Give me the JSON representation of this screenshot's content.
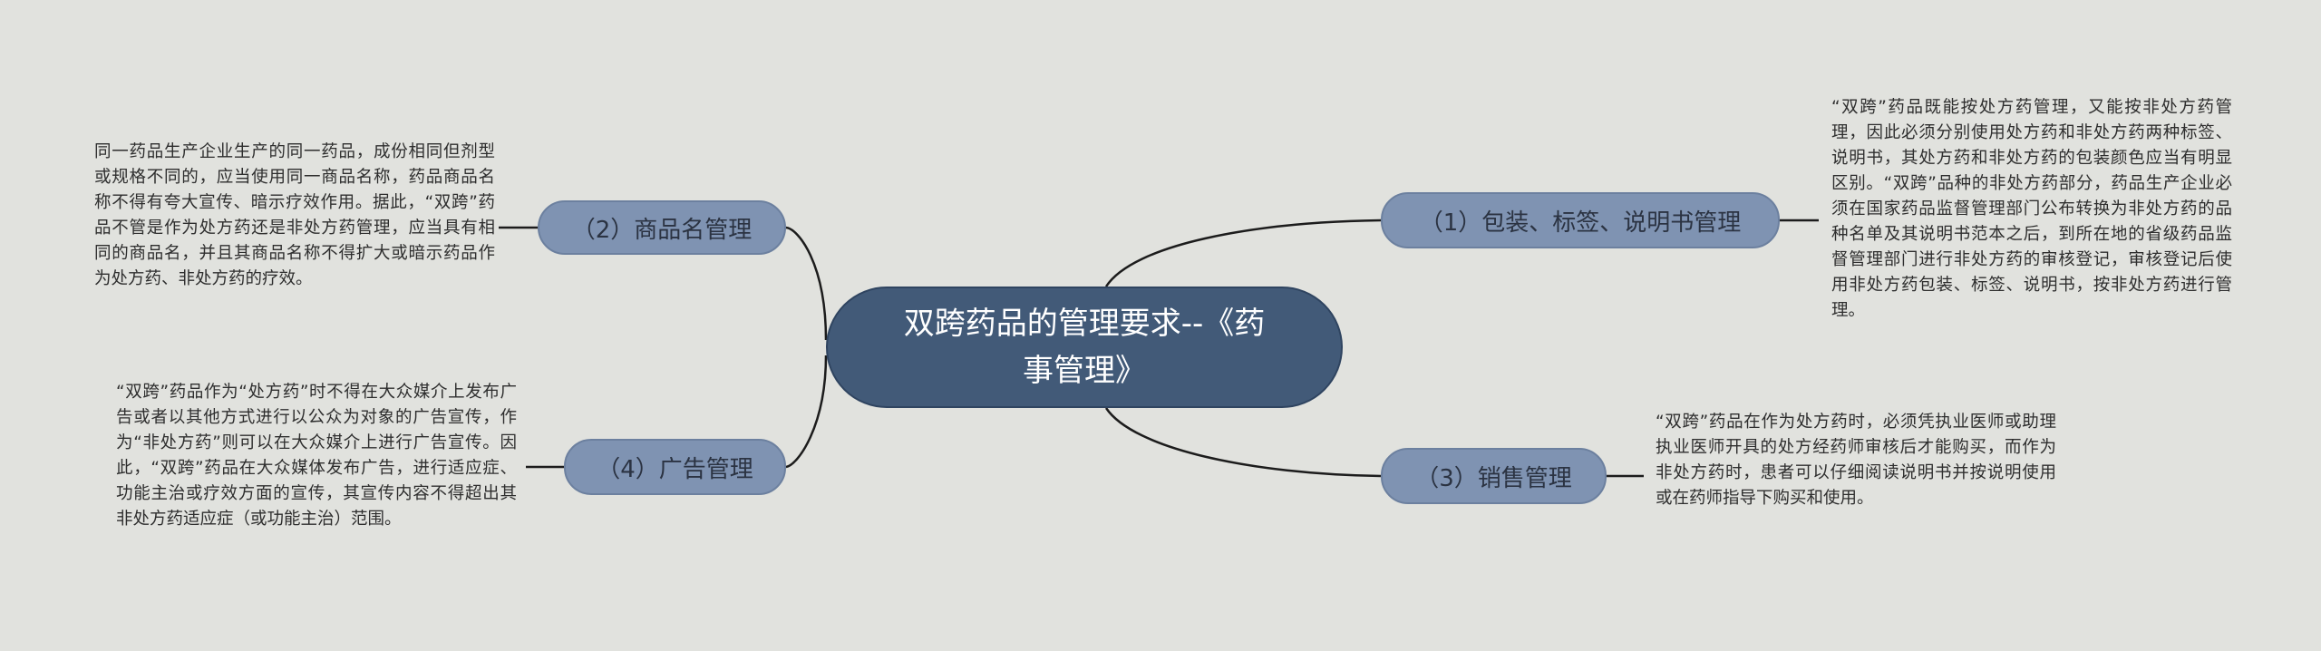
{
  "center": {
    "title": "双跨药品的管理要求--《药事管理》"
  },
  "branches": [
    {
      "label": "（1）包装、标签、说明书管理",
      "detail": "“双跨”药品既能按处方药管理，又能按非处方药管理，因此必须分别使用处方药和非处方药两种标签、说明书，其处方药和非处方药的包装颜色应当有明显区别。“双跨”品种的非处方药部分，药品生产企业必须在国家药品监督管理部门公布转换为非处方药的品种名单及其说明书范本之后，到所在地的省级药品监督管理部门进行非处方药的审核登记，审核登记后使用非处方药包装、标签、说明书，按非处方药进行管理。"
    },
    {
      "label": "（2）商品名管理",
      "detail": "同一药品生产企业生产的同一药品，成份相同但剂型或规格不同的，应当使用同一商品名称，药品商品名称不得有夸大宣传、暗示疗效作用。据此，“双跨”药品不管是作为处方药还是非处方药管理，应当具有相同的商品名，并且其商品名称不得扩大或暗示药品作为处方药、非处方药的疗效。"
    },
    {
      "label": "（3）销售管理",
      "detail": "“双跨”药品在作为处方药时，必须凭执业医师或助理执业医师开具的处方经药师审核后才能购买，而作为非处方药时，患者可以仔细阅读说明书并按说明使用或在药师指导下购买和使用。"
    },
    {
      "label": "（4）广告管理",
      "detail": "“双跨”药品作为“处方药”时不得在大众媒介上发布广告或者以其他方式进行以公众为对象的广告宣传，作为“非处方药”则可以在大众媒介上进行广告宣传。因此，“双跨”药品在大众媒体发布广告，进行适应症、功能主治或疗效方面的宣传，其宣传内容不得超出其非处方药适应症（或功能主治）范围。"
    }
  ],
  "colors": {
    "background": "#e1e2de",
    "center_fill": "#425a78",
    "branch_fill": "#7f93b2",
    "line": "#1c1c1c"
  }
}
